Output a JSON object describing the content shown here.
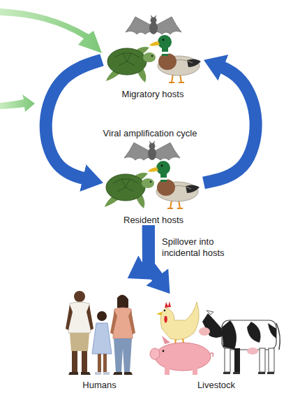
{
  "diagram": {
    "nodes": [
      {
        "text": [
          "Migratory hosts"
        ]
      },
      {
        "text": [
          "Resident hosts"
        ]
      },
      {
        "text": [
          "Humans"
        ]
      },
      {
        "text": [
          "Livestock"
        ]
      }
    ],
    "edges": [
      {
        "from": 0,
        "to": 1,
        "arrow": "to"
      },
      {
        "from": 1,
        "to": 0,
        "arrow": "to"
      },
      {
        "from": 1,
        "to": 2,
        "arrow": "to"
      },
      {
        "from": 1,
        "to": 3,
        "arrow": "to"
      }
    ],
    "labels": [
      "Viral amplification cycle",
      "Spillover into incidental hosts"
    ]
  }
}
